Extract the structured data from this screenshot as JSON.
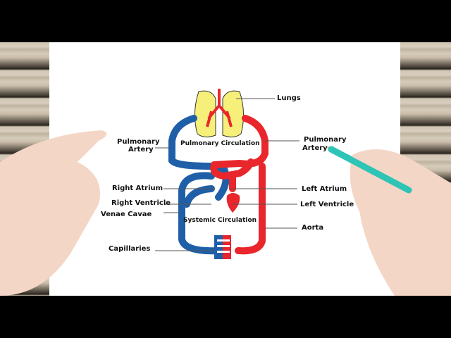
{
  "diagram": {
    "title_top": "Pulmonary Circulation",
    "title_bottom": "Systemic Circulation",
    "labels": {
      "lungs": "Lungs",
      "pulmonary_artery_left_1": "Pulmonary",
      "pulmonary_artery_left_2": "Artery",
      "pulmonary_artery_right_1": "Pulmonary",
      "pulmonary_artery_right_2": "Artery",
      "right_atrium": "Right Atrium",
      "right_ventricle": "Right Ventricle",
      "venae_cavae": "Venae Cavae",
      "capillaries": "Capillaries",
      "left_atrium": "Left Atrium",
      "left_ventricle": "Left Ventricle",
      "aorta": "Aorta"
    },
    "colors": {
      "deoxygenated": "#1f5fa8",
      "oxygenated": "#e8262b",
      "lungs": "#f6f07a",
      "pencil": "#2ec4b6",
      "skin": "#f4d6c6"
    }
  }
}
